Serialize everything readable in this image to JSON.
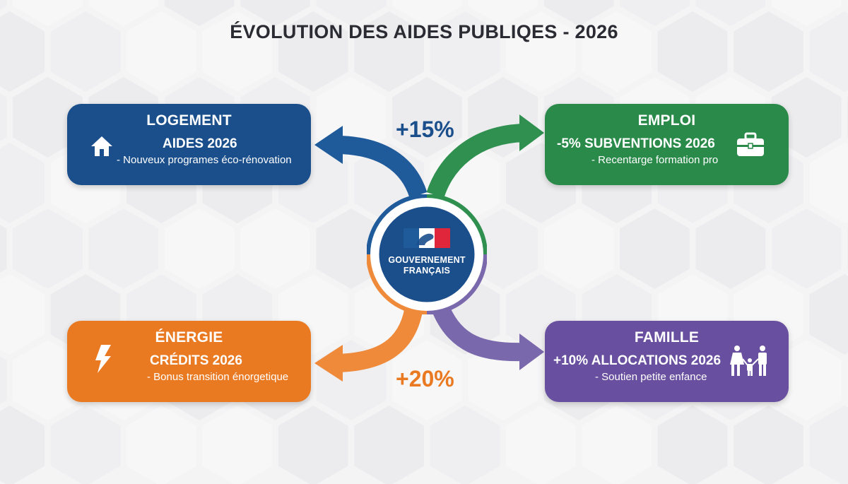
{
  "title": "ÉVOLUTION DES AIDES PUBLIQES - 2026",
  "center": {
    "line1": "GOUVERNEMENT",
    "line2": "FRANÇAIS"
  },
  "changes": {
    "top": "+15%",
    "bottom": "+20%"
  },
  "cards": {
    "logement": {
      "title": "LOGEMENT",
      "line": "AIDES 2026",
      "sub": "- Nouveux programes éco-rénovation",
      "icon": "house-icon",
      "color": "#1a4f8c"
    },
    "emploi": {
      "title": "EMPLOI",
      "line": "-5%  SUBVENTIONS 2026",
      "sub": "- Recentarge formation pro",
      "icon": "briefcase-icon",
      "color": "#2a8a4a"
    },
    "energie": {
      "title": "ÉNERGIE",
      "line": "CRÉDITS 2026",
      "sub": "- Bonus transition énorgetique",
      "icon": "lightning-icon",
      "color": "#ea7a22"
    },
    "famille": {
      "title": "FAMILLE",
      "line": "+10%  ALLOCATIONS 2026",
      "sub": "- Soutien petite enfance",
      "icon": "family-icon",
      "color": "#684f9f"
    }
  }
}
